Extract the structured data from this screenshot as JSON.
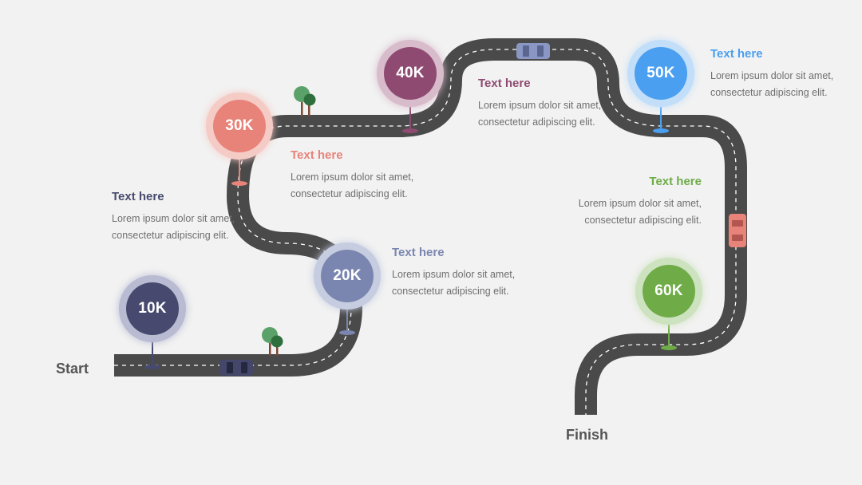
{
  "start_label": "Start",
  "finish_label": "Finish",
  "milestones": [
    {
      "value": "10K",
      "heading": "Text here",
      "body": "Lorem ipsum dolor sit amet, consectetur adipiscing elit.",
      "color": "#474a6e",
      "ring": "#b8bbd2"
    },
    {
      "value": "20K",
      "heading": "Text here",
      "body": "Lorem ipsum dolor sit amet, consectetur adipiscing elit.",
      "color": "#7b86b0",
      "ring": "#c7cde0"
    },
    {
      "value": "30K",
      "heading": "Text here",
      "body": "Lorem ipsum dolor sit amet, consectetur adipiscing elit.",
      "color": "#e8837a",
      "ring": "#f5cbc6"
    },
    {
      "value": "40K",
      "heading": "Text here",
      "body": "Lorem ipsum dolor sit amet, consectetur adipiscing elit.",
      "color": "#8f4a72",
      "ring": "#d8bccb"
    },
    {
      "value": "50K",
      "heading": "Text here",
      "body": "Lorem ipsum dolor sit amet, consectetur adipiscing elit.",
      "color": "#4a9ff0",
      "ring": "#c2def8"
    },
    {
      "value": "60K",
      "heading": "Text here",
      "body": "Lorem ipsum dolor sit amet, consectetur adipiscing elit.",
      "color": "#6fac48",
      "ring": "#cde2bf"
    }
  ],
  "colors": {
    "road": "#4a4a4a",
    "dash": "#ffffff",
    "tree_light": "#5ba26a",
    "tree_dark": "#2f6f3d",
    "trunk": "#7a4a32",
    "car_dark": "#44466a",
    "car_blue": "#8a97c4",
    "car_red": "#e8837a"
  }
}
